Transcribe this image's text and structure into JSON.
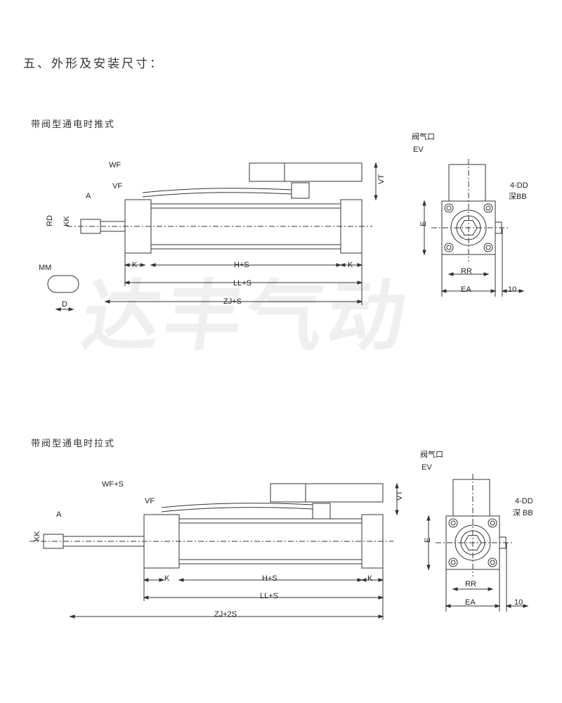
{
  "title": "五、外形及安装尺寸：",
  "watermark": "达丰气动",
  "push": {
    "caption": "带阀型通电时推式",
    "labels": {
      "WF": "WF",
      "VF": "VF",
      "A": "A",
      "RD": "RD",
      "KK": "KK",
      "MM": "MM",
      "D": "D",
      "K1": "K",
      "HS": "H+S",
      "K2": "K",
      "LL": "LL+S",
      "ZJ": "ZJ+S",
      "VT": "VT",
      "port": "阀气口",
      "EV": "EV",
      "DD": "4-DD",
      "BB": "深BB",
      "E": "E",
      "RR": "RR",
      "EA": "EA",
      "ten": "10"
    }
  },
  "pull": {
    "caption": "带阀型通电时拉式",
    "labels": {
      "WF": "WF+S",
      "VF": "VF",
      "A": "A",
      "KK": "KK",
      "K1": "K",
      "HS": "H+S",
      "K2": "K",
      "LL": "LL+S",
      "ZJ": "ZJ+2S",
      "VT": "VT",
      "port": "阀气口",
      "EV": "EV",
      "DD": "4-DD",
      "BB": "深 BB",
      "E": "E",
      "RR": "RR",
      "EA": "EA",
      "ten": "10"
    }
  }
}
